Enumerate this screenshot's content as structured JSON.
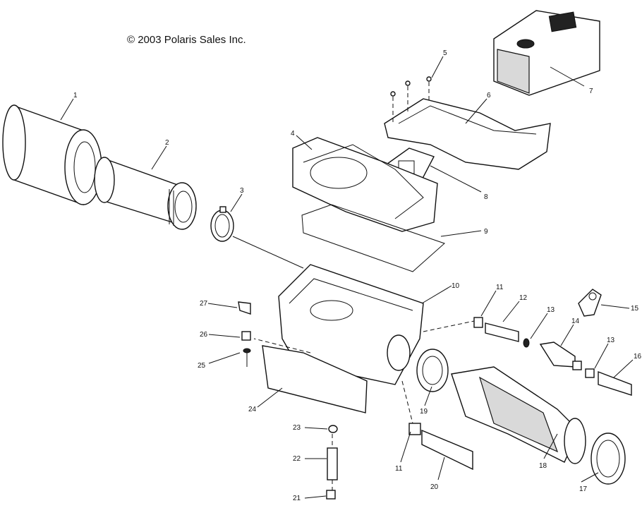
{
  "copyright": "© 2003 Polaris Sales Inc.",
  "callouts": [
    "1",
    "2",
    "3",
    "4",
    "5",
    "6",
    "7",
    "8",
    "9",
    "10",
    "11",
    "12",
    "13",
    "14",
    "15",
    "16",
    "17",
    "18",
    "19",
    "20",
    "21",
    "22",
    "23",
    "24",
    "25",
    "26",
    "27",
    "11",
    "13"
  ]
}
